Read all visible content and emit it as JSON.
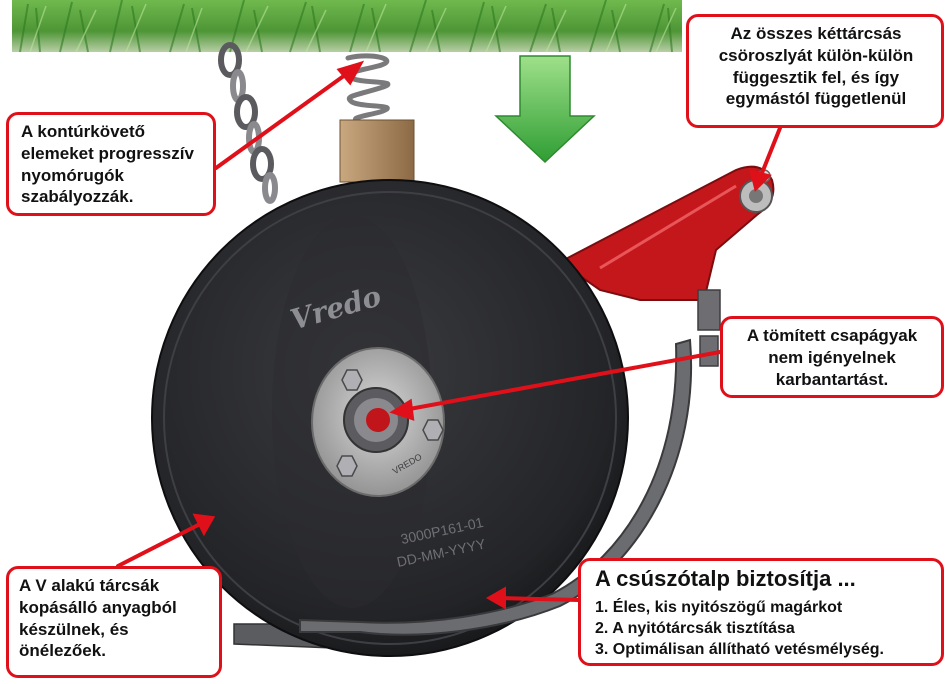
{
  "callouts": {
    "springs": [
      "A kontúrkövető",
      "elemeket progresszív",
      "nyomórugók",
      "szabályozzák."
    ],
    "suspension": [
      "Az összes kéttárcsás",
      "csöroszlyát külön-külön",
      "függesztik fel, és így",
      "egymástól függetlenül"
    ],
    "bearings": [
      "A tömített csapágyak",
      "nem igényelnek",
      "karbantartást."
    ],
    "discs": [
      "A V alakú tárcsák",
      "kopásálló anyagból",
      "készülnek, és",
      "önélezőek."
    ],
    "skid": {
      "title": "A csúszótalp  biztosítja ...",
      "items": [
        "1. Éles, kis nyitószögű magárkot",
        "2. A nyitótárcsák tisztítása",
        "3. Optimálisan állítható vetésmélység."
      ]
    }
  },
  "disc_markings": {
    "brand": "Vredo",
    "hub_brand": "VREDO",
    "part_number": "3000P161-01",
    "date_code": "DD-MM-YYYY"
  },
  "colors": {
    "callout_border": "#e0101a",
    "arrow": "#e0101a",
    "grass": "#4f9a3a",
    "down_arrow": "#3aa63a",
    "bracket": "#c4171b",
    "disc": "#26272a"
  }
}
